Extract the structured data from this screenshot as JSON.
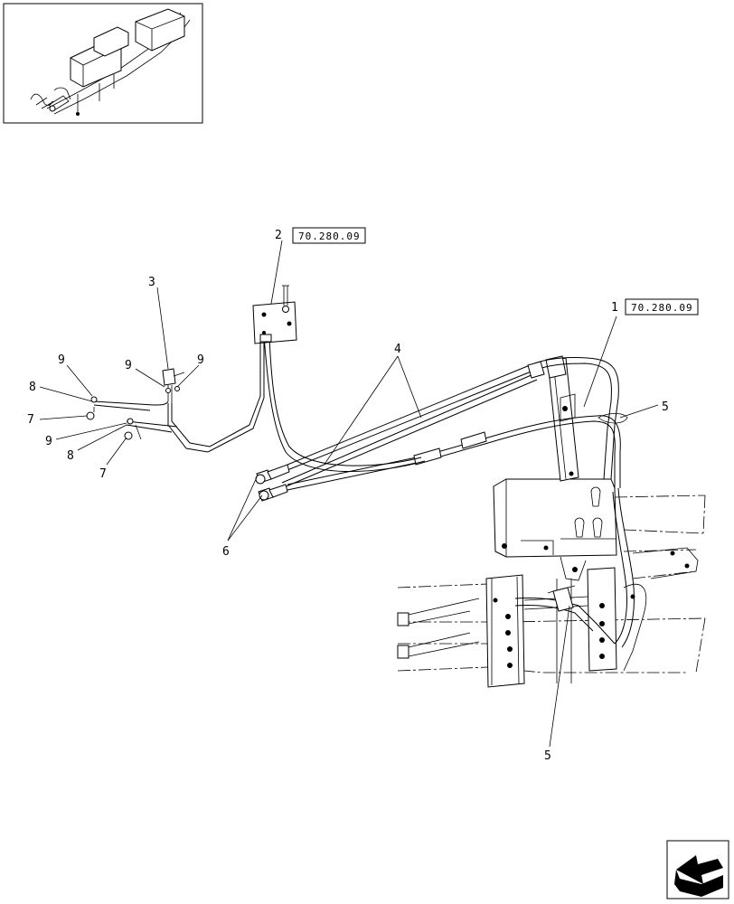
{
  "callouts": {
    "c1": "1",
    "c2": "2",
    "c3": "3",
    "c4": "4",
    "c5a": "5",
    "c5b": "5",
    "c6": "6",
    "c7a": "7",
    "c7b": "7",
    "c8a": "8",
    "c8b": "8",
    "c9a": "9",
    "c9b": "9",
    "c9c": "9",
    "c9d": "9"
  },
  "references": {
    "ref1": "70.280.09",
    "ref2": "70.280.09"
  },
  "icons": {
    "next_page": "arrow-next-icon"
  }
}
